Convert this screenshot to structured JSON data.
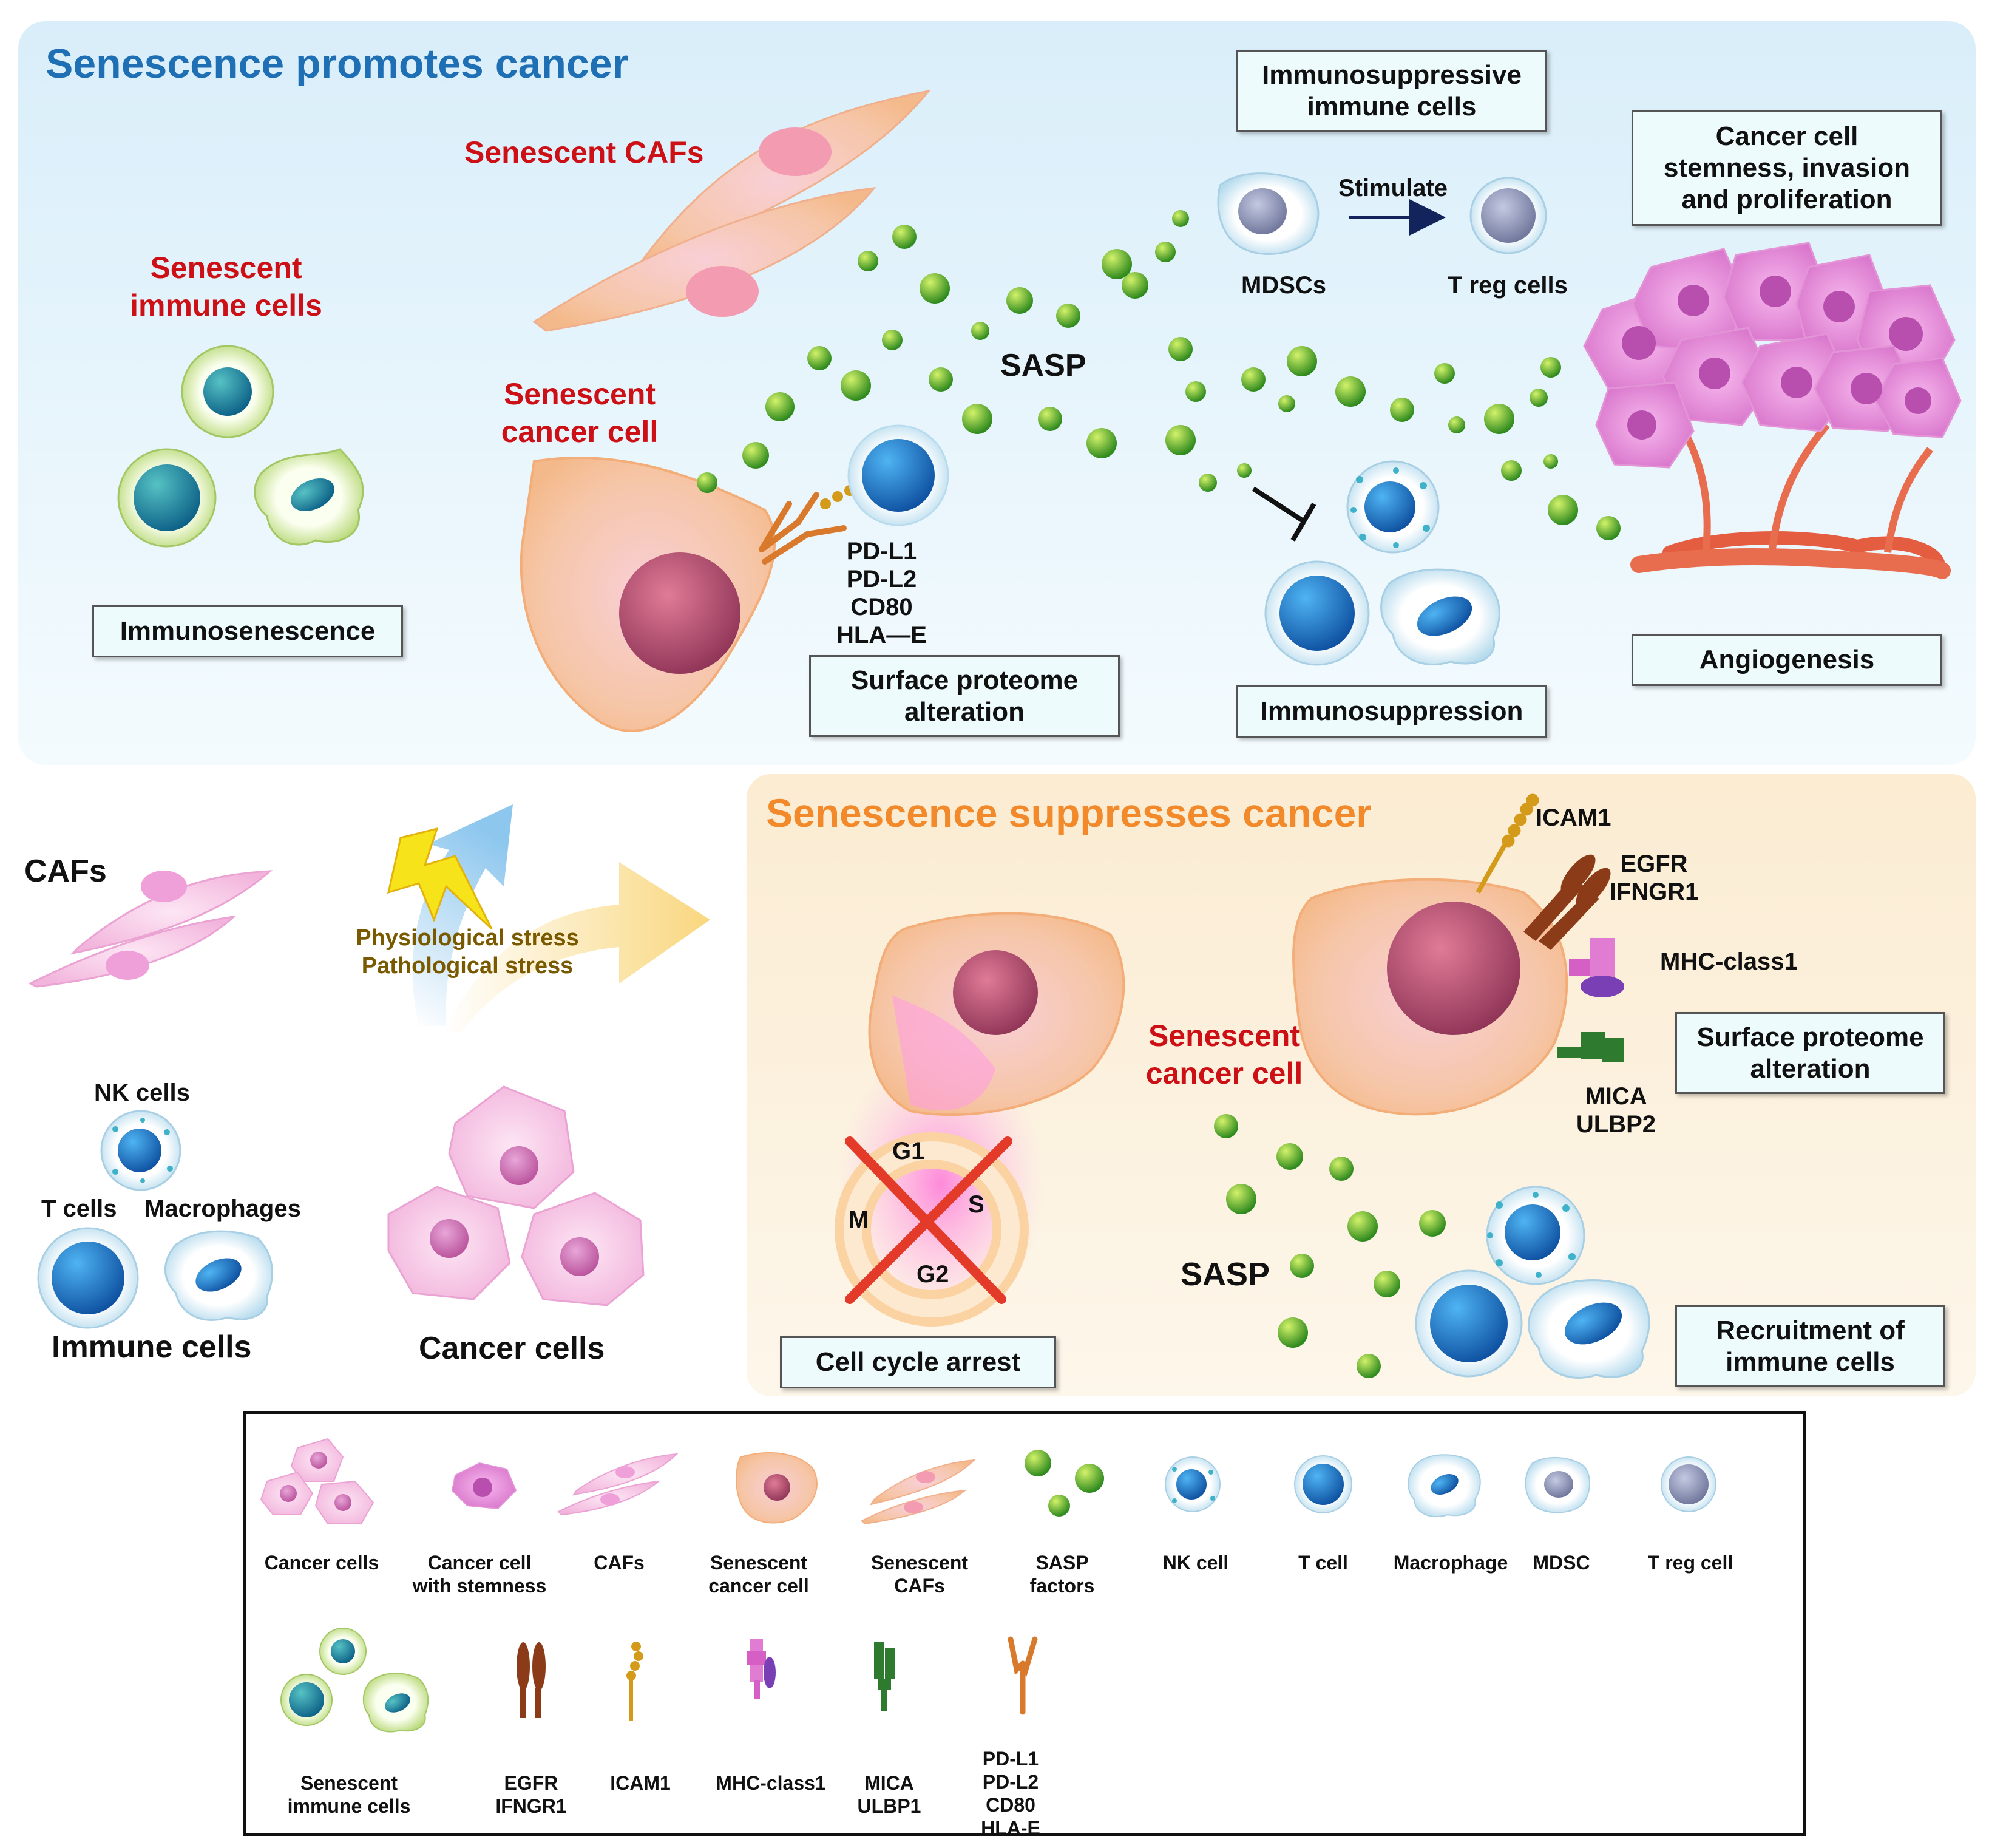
{
  "top_panel": {
    "title": "Senescence promotes cancer",
    "senescent_cafs": "Senescent CAFs",
    "senescent_immune_cells": [
      "Senescent",
      "immune cells"
    ],
    "senescent_cancer_cell": [
      "Senescent",
      "cancer cell"
    ],
    "sasp": "SASP",
    "mdscs": "MDSCs",
    "treg": "T reg cells",
    "stimulate": "Stimulate",
    "ligands": [
      "PD-L1",
      "PD-L2",
      "CD80",
      "HLA—E"
    ],
    "boxes": {
      "immunosenescence": [
        "Immunosenescence"
      ],
      "surface_proteome": [
        "Surface proteome",
        "alteration"
      ],
      "immunosuppression": [
        "Immunosuppression"
      ],
      "immunosuppressive": [
        "Immunosuppressive",
        "immune cells"
      ],
      "stemness": [
        "Cancer cell",
        "stemness, invasion",
        "and proliferation"
      ],
      "angiogenesis": [
        "Angiogenesis"
      ]
    }
  },
  "left_panel": {
    "cafs": "CAFs",
    "stress": [
      "Physiological stress",
      "Pathological stress"
    ],
    "nk_cells": "NK cells",
    "t_cells": "T cells",
    "macrophages": "Macrophages",
    "immune_cells": "Immune cells",
    "cancer_cells": "Cancer cells"
  },
  "bottom_panel": {
    "title": "Senescence suppresses cancer",
    "icam1": "ICAM1",
    "egfr": [
      "EGFR",
      "IFNGR1"
    ],
    "mhc": "MHC-class1",
    "mica": [
      "MICA",
      "ULBP2"
    ],
    "senescent_cancer_cell": [
      "Senescent",
      "cancer cell"
    ],
    "sasp": "SASP",
    "phases": {
      "g1": "G1",
      "s": "S",
      "g2": "G2",
      "m": "M"
    },
    "boxes": {
      "surface_proteome": [
        "Surface proteome",
        "alteration"
      ],
      "cell_cycle_arrest": [
        "Cell cycle arrest"
      ],
      "recruitment": [
        "Recruitment of",
        "immune cells"
      ]
    }
  },
  "legend": {
    "row1": [
      [
        "Cancer cells"
      ],
      [
        "Cancer cell",
        "with stemness"
      ],
      [
        "CAFs"
      ],
      [
        "Senescent",
        "cancer cell"
      ],
      [
        "Senescent",
        "CAFs"
      ],
      [
        "SASP",
        "factors"
      ],
      [
        "NK cell"
      ],
      [
        "T  cell"
      ],
      [
        "Macrophage"
      ],
      [
        "MDSC"
      ],
      [
        "T reg cell"
      ]
    ],
    "row2": [
      [
        "Senescent",
        "immune cells"
      ],
      [
        "EGFR",
        "IFNGR1"
      ],
      [
        "ICAM1"
      ],
      [
        "MHC-class1"
      ],
      [
        "MICA",
        "ULBP1"
      ],
      [
        "PD-L1",
        "PD-L2",
        "CD80",
        "HLA-E"
      ]
    ]
  },
  "colors": {
    "top_title": "#1f6fb5",
    "bottom_title": "#f2892a",
    "senescent_label": "#cc1015",
    "stress_label": "#7a5a00",
    "sasp_green": "#3f9f2e"
  }
}
